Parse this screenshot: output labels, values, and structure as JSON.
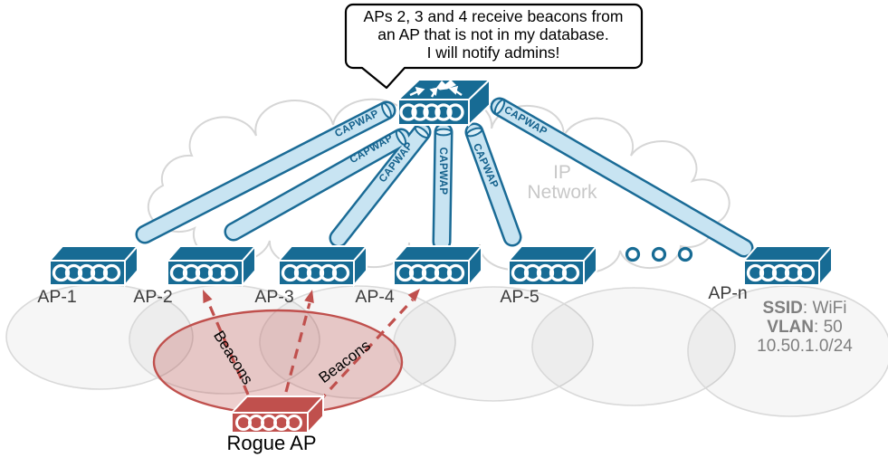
{
  "speech_bubble": {
    "line1": "APs 2, 3 and 4 receive beacons from",
    "line2": "an AP that is not in my database.",
    "line3": "I will notify admins!"
  },
  "cloud_label": {
    "line1": "IP",
    "line2": "Network"
  },
  "tunnel_label": "CAPWAP",
  "ap_labels": {
    "ap1": "AP-1",
    "ap2": "AP-2",
    "ap3": "AP-3",
    "ap4": "AP-4",
    "ap5": "AP-5",
    "apn": "AP-n"
  },
  "rogue": {
    "label": "Rogue AP",
    "beacons_left": "Beacons",
    "beacons_right": "Beacons"
  },
  "wlan_info": {
    "ssid_label": "SSID",
    "ssid_value": ": WiFi",
    "vlan_label": "VLAN",
    "vlan_value": ": 50",
    "subnet": "10.50.1.0/24"
  },
  "colors": {
    "device_teal": "#176b94",
    "tunnel_fill": "#c8e4f2",
    "tunnel_border": "#1a6b96",
    "rogue_red": "#c0504d",
    "coverage_outline": "#d9d9d9",
    "cloud_outline": "#d6d6d6",
    "info_text_gray": "#7f7f7f",
    "cloud_text_gray": "#c8c8c8"
  }
}
